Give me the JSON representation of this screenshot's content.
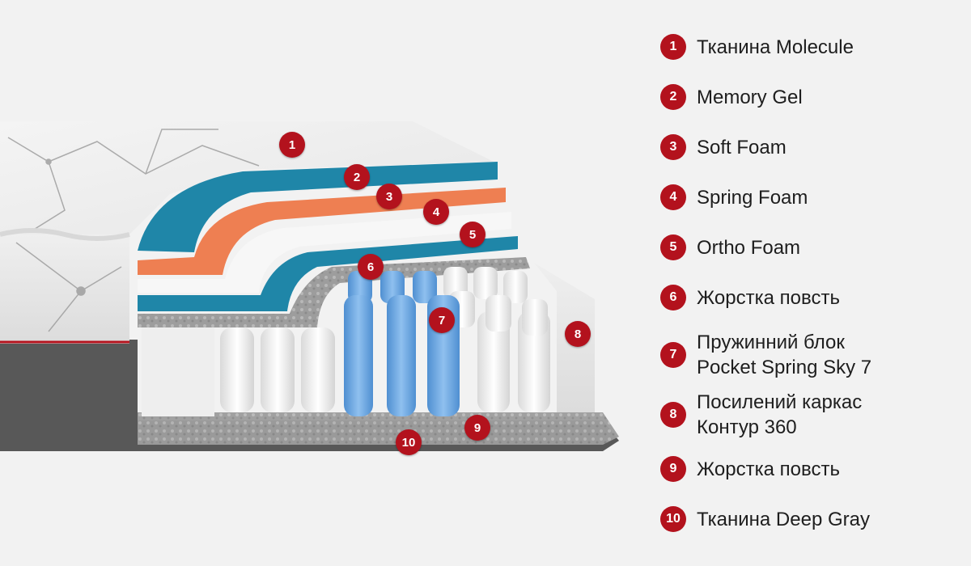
{
  "colors": {
    "accent": "#b3121d",
    "background": "#f2f2f2",
    "text": "#1e1e1e",
    "memory_gel": "#1f86a8",
    "soft_foam": "#ee7f52",
    "spring_foam": "#f7f7f7",
    "ortho_foam": "#1f86a8",
    "felt": "#9a9a9a",
    "springs_blue": "#6fa8de",
    "springs_white": "#f5f5f5",
    "deep_gray": "#555555"
  },
  "layers": [
    {
      "number": "1",
      "name": "Тканина Molecule"
    },
    {
      "number": "2",
      "name": "Memory Gel"
    },
    {
      "number": "3",
      "name": "Soft Foam"
    },
    {
      "number": "4",
      "name": "Spring Foam"
    },
    {
      "number": "5",
      "name": "Ortho Foam"
    },
    {
      "number": "6",
      "name": "Жорстка повсть"
    },
    {
      "number": "7",
      "name": "Пружинний блок",
      "name_line2": "Pocket Spring Sky 7"
    },
    {
      "number": "8",
      "name": "Посилений каркас",
      "name_line2": "Контур 360"
    },
    {
      "number": "9",
      "name": "Жорстка повсть"
    },
    {
      "number": "10",
      "name": "Тканина Deep Gray"
    }
  ]
}
